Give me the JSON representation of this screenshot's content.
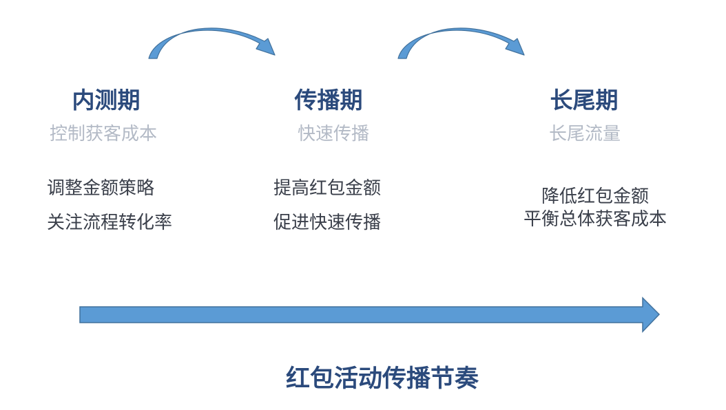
{
  "phases": [
    {
      "title": "内测期",
      "subtitle": "控制获客成本",
      "notes": [
        "调整金额策略",
        "关注流程转化率"
      ]
    },
    {
      "title": "传播期",
      "subtitle": "快速传播",
      "notes": [
        "提高红包金额",
        "促进快速传播"
      ]
    },
    {
      "title": "长尾期",
      "subtitle": "长尾流量",
      "notes": [
        "降低红包金额",
        "平衡总体获客成本"
      ]
    }
  ],
  "footer": "红包活动传播节奏",
  "colors": {
    "arrow_fill": "#5b9bd5",
    "arrow_stroke": "#41719c",
    "title": "#2b4a7c",
    "subtitle": "#b3bac6",
    "note": "#3a3f4a"
  }
}
